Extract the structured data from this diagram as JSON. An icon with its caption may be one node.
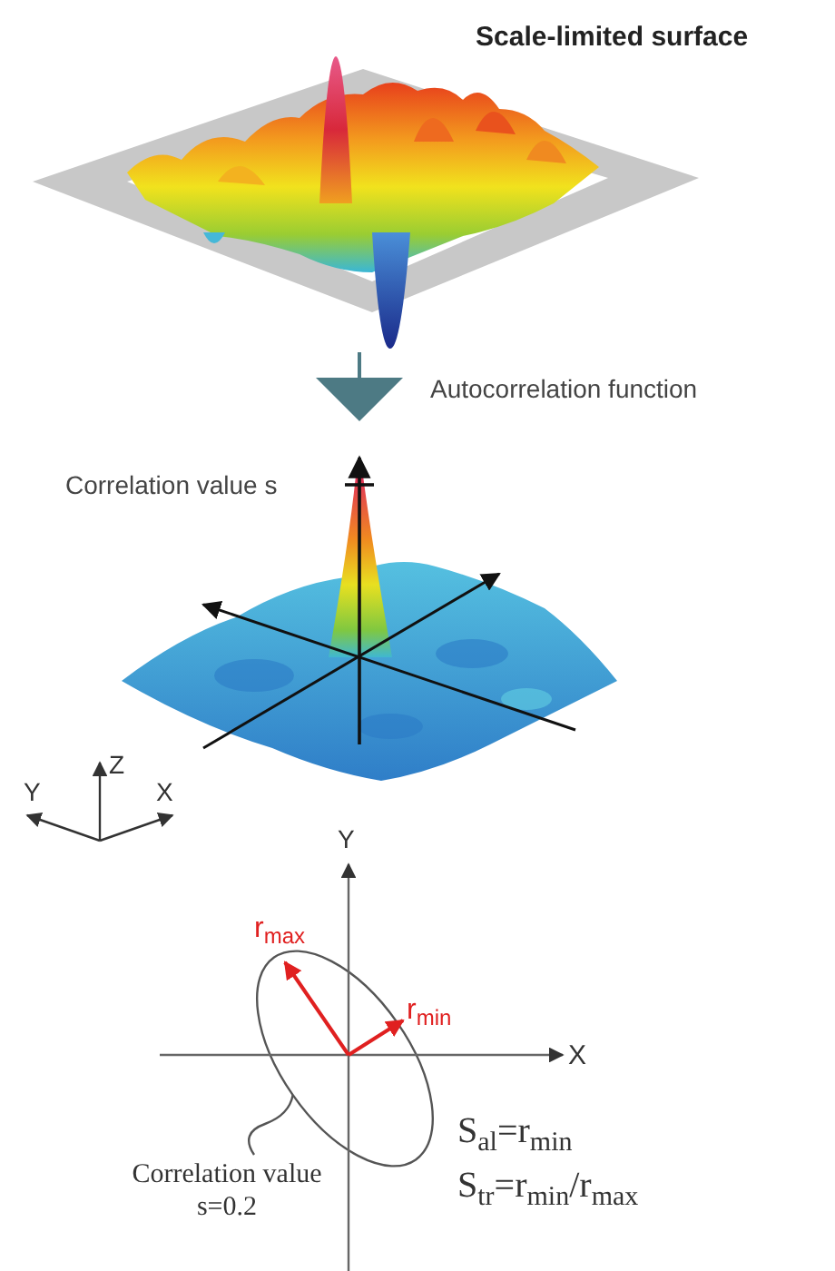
{
  "diagram": {
    "title": "Scale-limited surface",
    "nodes": [
      {
        "text": [],
        "shape": "picture"
      },
      {
        "text": [],
        "shape": "picture"
      },
      {
        "text": [
          "Correlation value s=0.2"
        ]
      },
      {
        "text": [],
        "shape": "ellipse"
      }
    ],
    "edges": [
      {
        "from": 0,
        "to": 1,
        "arrow": "to",
        "label": "Autocorrelation function"
      },
      {
        "from": 2,
        "to": 3,
        "arrow": "none"
      }
    ],
    "labels": [
      "Correlation value s",
      "Z",
      "Y",
      "X",
      "Y",
      "r$_{max}$",
      "r$_{min}$",
      "X",
      "S$_{al}$=r$_{min}$",
      "S$_{tr}$=r$_{min}$/r$_{max}$"
    ]
  }
}
